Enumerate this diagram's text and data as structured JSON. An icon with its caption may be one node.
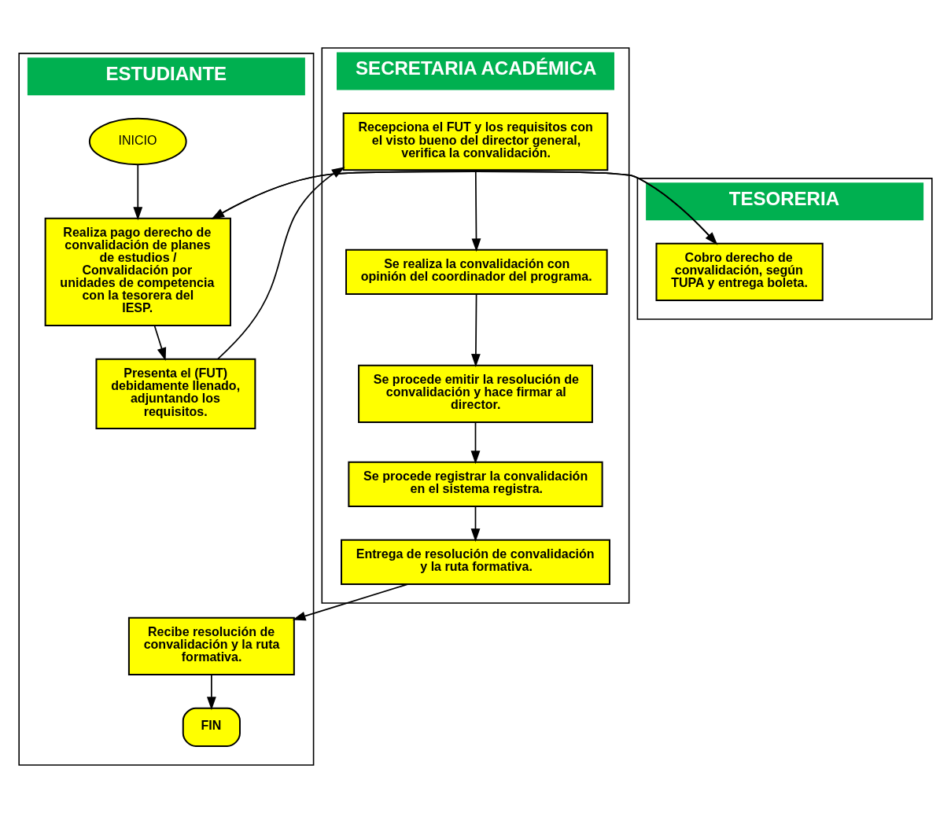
{
  "diagram": {
    "nodes": [
      {
        "text": [
          "ESTUDIANTE"
        ]
      },
      {
        "text": [
          "TESORERIA"
        ]
      },
      {
        "text": [
          "SECRETARIA ACADÉMICA"
        ]
      },
      {
        "text": [
          "INICIO"
        ],
        "in": 0
      },
      {
        "text": [
          "Realiza pago derecho de convalidación de planes de estudios / Convalidación por unidades de competencia con la tesorera del IESP."
        ],
        "in": 0
      },
      {
        "text": [
          "Cobro derecho de convalidación, según TUPA y entrega boleta."
        ],
        "in": 1
      },
      {
        "text": [
          "Presenta el (FUT) debidamente llenado, adjuntando los requisitos."
        ],
        "in": 0
      },
      {
        "text": [
          "Recepciona el FUT y los requisitos con el visto bueno del director general, verifica la convalidación."
        ],
        "in": 2
      },
      {
        "text": [
          "Se realiza la convalidación con opinión del coordinador del programa."
        ],
        "in": 2
      },
      {
        "text": [
          "Se procede emitir la resolución de convalidación y hace firmar al director."
        ],
        "in": 2
      },
      {
        "text": [
          "Se procede registrar la convalidación en el sistema registra."
        ],
        "in": 2
      },
      {
        "text": [
          "Entrega de resolución de convalidación y la ruta formativa."
        ],
        "in": 2
      },
      {
        "text": [
          "Recibe resolución de convalidación y la ruta formativa."
        ],
        "in": 0
      },
      {
        "text": [
          "FIN"
        ],
        "in": 0
      }
    ],
    "edges": [
      {
        "from": 3,
        "to": 4,
        "arrow": "to"
      },
      {
        "from": 4,
        "to": 5,
        "arrow": "to"
      },
      {
        "from": 5,
        "to": 4,
        "arrow": "to"
      },
      {
        "from": 4,
        "to": 6,
        "arrow": "to"
      },
      {
        "from": 6,
        "to": 7,
        "arrow": "to"
      },
      {
        "from": 7,
        "to": 8,
        "arrow": "to"
      },
      {
        "from": 8,
        "to": 9,
        "arrow": "to"
      },
      {
        "from": 9,
        "to": 10,
        "arrow": "to"
      },
      {
        "from": 10,
        "to": 11,
        "arrow": "to"
      },
      {
        "from": 11,
        "to": 12,
        "arrow": "to"
      },
      {
        "from": 12,
        "to": 13,
        "arrow": "to"
      }
    ]
  }
}
